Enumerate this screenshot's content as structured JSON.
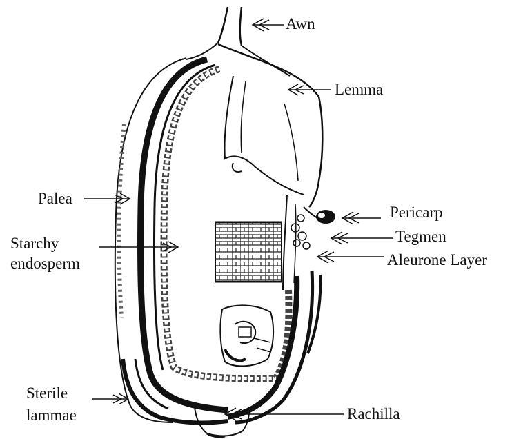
{
  "labels": {
    "awn": "Awn",
    "lemma": "Lemma",
    "palea": "Palea",
    "pericarp": "Pericarp",
    "tegmen": "Tegmen",
    "aleurone": "Aleurone Layer",
    "starchy_line1": "Starchy",
    "starchy_line2": "endosperm",
    "sterile_line1": "Sterile",
    "sterile_line2": "lammae",
    "rachilla": "Rachilla"
  },
  "colors": {
    "ink": "#111111",
    "background": "#ffffff"
  }
}
